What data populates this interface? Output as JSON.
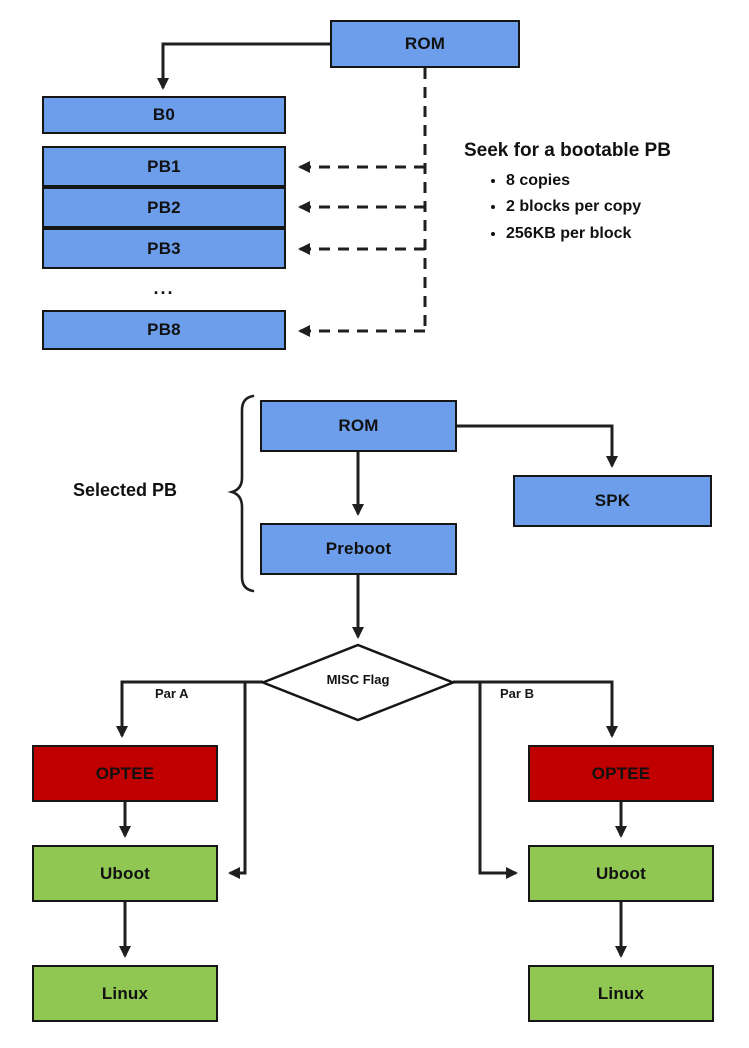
{
  "diagram": {
    "top": {
      "rom_label": "ROM",
      "blocks": [
        {
          "label": "B0"
        },
        {
          "label": "PB1"
        },
        {
          "label": "PB2"
        },
        {
          "label": "PB3"
        },
        {
          "label": "PB8"
        }
      ],
      "ellipsis": "...",
      "note": {
        "title": "Seek for a bootable PB",
        "bullets": [
          "8 copies",
          "2 blocks per copy",
          "256KB per block"
        ]
      }
    },
    "bottom": {
      "selected_pb_label": "Selected PB",
      "rom_label": "ROM",
      "spk_label": "SPK",
      "preboot_label": "Preboot",
      "misc_flag_label": "MISC Flag",
      "par_a_label": "Par A",
      "par_b_label": "Par B",
      "left_path": {
        "optee": "OPTEE",
        "uboot": "Uboot",
        "linux": "Linux"
      },
      "right_path": {
        "optee": "OPTEE",
        "uboot": "Uboot",
        "linux": "Linux"
      }
    },
    "colors": {
      "block_blue": "#6D9EEB",
      "optee_red": "#C00000",
      "boot_green": "#90C753",
      "line": "#1F1F1F"
    }
  }
}
